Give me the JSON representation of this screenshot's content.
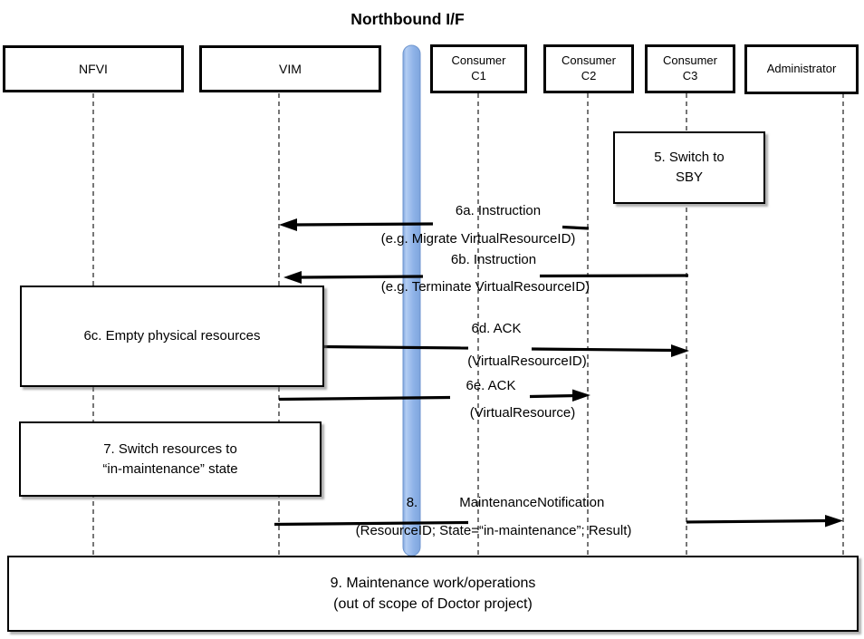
{
  "title": "Northbound I/F",
  "actors": [
    {
      "id": "nfvi",
      "line1": "NFVI",
      "line2": ""
    },
    {
      "id": "vim",
      "line1": "VIM",
      "line2": ""
    },
    {
      "id": "consumer-c1",
      "line1": "Consumer",
      "line2": "C1"
    },
    {
      "id": "consumer-c2",
      "line1": "Consumer",
      "line2": "C2"
    },
    {
      "id": "consumer-c3",
      "line1": "Consumer",
      "line2": "C3"
    },
    {
      "id": "administrator",
      "line1": "Administrator",
      "line2": ""
    }
  ],
  "process_boxes": [
    {
      "id": "step5",
      "line1": "5. Switch to",
      "line2": "SBY"
    },
    {
      "id": "step6c",
      "line1": "6c. Empty physical resources",
      "line2": ""
    },
    {
      "id": "step7",
      "line1": "7. Switch resources to",
      "line2": "“in-maintenance” state"
    },
    {
      "id": "step9",
      "line1": "9. Maintenance work/operations",
      "line2": "(out of scope of Doctor project)"
    }
  ],
  "messages": [
    {
      "id": "6a",
      "title": "6a. Instruction",
      "detail": "(e.g. Migrate VirtualResourceID)"
    },
    {
      "id": "6b",
      "title": "6b. Instruction",
      "detail": "(e.g. Terminate VirtualResourceID)"
    },
    {
      "id": "6d",
      "title": "6d. ACK",
      "detail": "(VirtualResourceID)"
    },
    {
      "id": "6e",
      "title": "6e. ACK",
      "detail": "(VirtualResource)"
    },
    {
      "id": "8",
      "num": "8.",
      "title": "MaintenanceNotification",
      "detail": "(ResourceID; State=“in-maintenance”; Result)"
    }
  ],
  "colors": {
    "bar_blue": "#8fb3e8",
    "bar_blue_light": "#b3cdf3",
    "bar_border": "#6f96cf",
    "line_black": "#000000",
    "lifeline_gray": "#3d3d3d"
  }
}
